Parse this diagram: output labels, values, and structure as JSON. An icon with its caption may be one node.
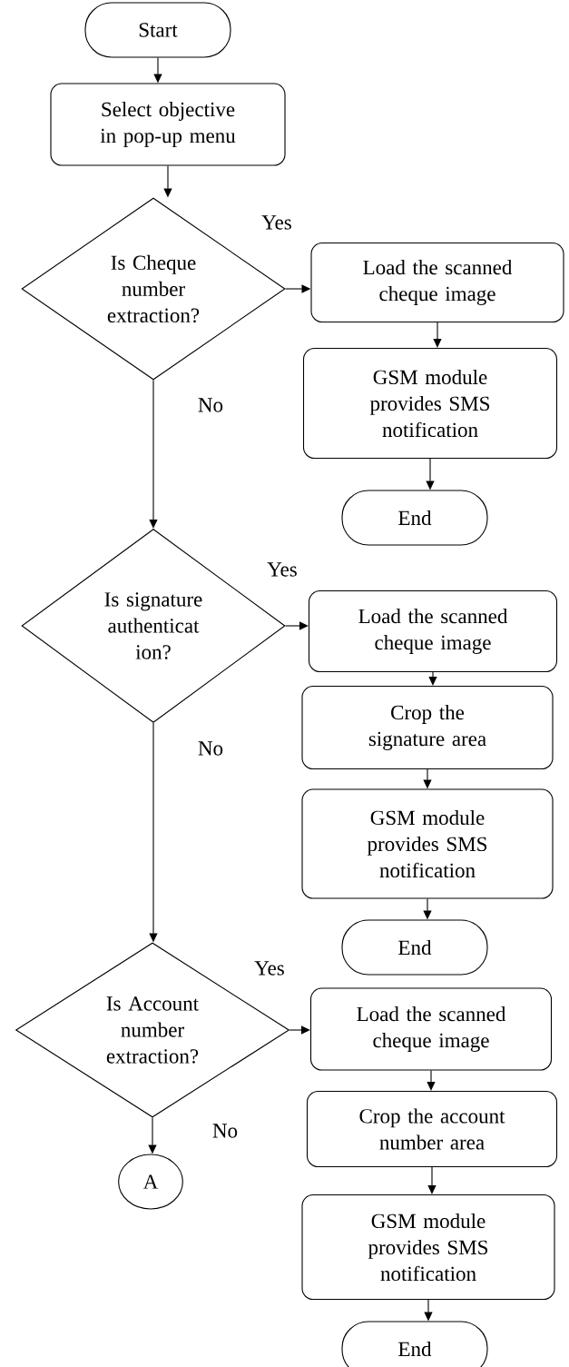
{
  "diagram": {
    "nodes": [
      {
        "text": [
          "Start"
        ]
      },
      {
        "text": [
          "Select objective in pop-up menu"
        ]
      },
      {
        "text": [
          "Is Cheque number extraction?"
        ]
      },
      {
        "text": [
          "Load the scanned cheque image"
        ]
      },
      {
        "text": [
          "GSM module provides SMS notification"
        ]
      },
      {
        "text": [
          "End"
        ]
      },
      {
        "text": [
          "Is signature authenticat ion?"
        ]
      },
      {
        "text": [
          "Load the scanned cheque image"
        ]
      },
      {
        "text": [
          "Crop the signature area"
        ]
      },
      {
        "text": [
          "GSM module provides SMS notification"
        ]
      },
      {
        "text": [
          "End"
        ]
      },
      {
        "text": [
          "Is Account number extraction?"
        ]
      },
      {
        "text": [
          "Load the scanned cheque image"
        ]
      },
      {
        "text": [
          "Crop the account number area"
        ]
      },
      {
        "text": [
          "GSM module provides SMS notification"
        ]
      },
      {
        "text": [
          "End"
        ]
      },
      {
        "text": [
          "A"
        ]
      }
    ],
    "edges": [
      {
        "from": 0,
        "to": 1,
        "arrow": "to"
      },
      {
        "from": 1,
        "to": 2,
        "arrow": "to"
      },
      {
        "from": 2,
        "to": 3,
        "arrow": "to",
        "label": "Yes"
      },
      {
        "from": 3,
        "to": 4,
        "arrow": "to"
      },
      {
        "from": 4,
        "to": 5,
        "arrow": "to"
      },
      {
        "from": 2,
        "to": 6,
        "arrow": "to",
        "label": "No"
      },
      {
        "from": 6,
        "to": 7,
        "arrow": "to",
        "label": "Yes"
      },
      {
        "from": 7,
        "to": 8,
        "arrow": "to"
      },
      {
        "from": 8,
        "to": 9,
        "arrow": "to"
      },
      {
        "from": 9,
        "to": 10,
        "arrow": "to"
      },
      {
        "from": 6,
        "to": 11,
        "arrow": "to",
        "label": "No"
      },
      {
        "from": 11,
        "to": 12,
        "arrow": "to",
        "label": "Yes"
      },
      {
        "from": 12,
        "to": 13,
        "arrow": "to"
      },
      {
        "from": 13,
        "to": 14,
        "arrow": "to"
      },
      {
        "from": 14,
        "to": 15,
        "arrow": "to"
      },
      {
        "from": 11,
        "to": 16,
        "arrow": "to",
        "label": "No"
      }
    ]
  }
}
